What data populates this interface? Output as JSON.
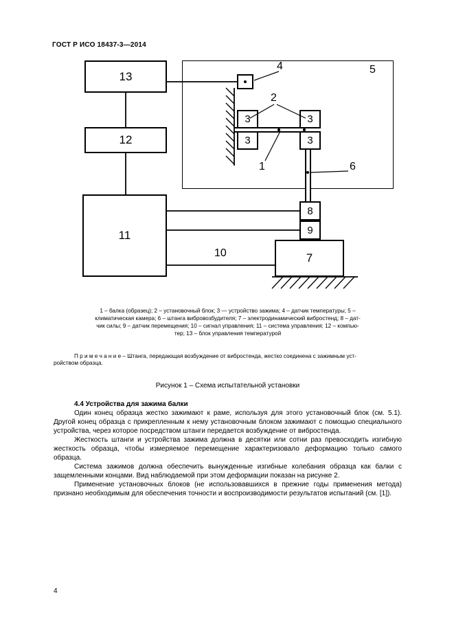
{
  "page": {
    "header": "ГОСТ Р ИСО 18437-3—2014",
    "number": "4"
  },
  "diagram": {
    "labels": {
      "n1": "1",
      "n2": "2",
      "n3": "3",
      "n4": "4",
      "n5": "5",
      "n6": "6",
      "n7": "7",
      "n8": "8",
      "n9": "9",
      "n10": "10",
      "n11": "11",
      "n12": "12",
      "n13": "13"
    }
  },
  "caption": {
    "lines": [
      "1 – балка (образец); 2 – установочный блок; 3 — устройство зажима; 4 – датчик температуры; 5 –",
      "климатическая камера; 6 – штанга вибровозбудителя; 7 – электродинамический вибростенд; 8 – дат-",
      "чик силы; 9 – датчик перемещения; 10 – сигнал управления; 11 – система управления; 12 – компью-",
      "тер; 13 – блок управления температурой"
    ]
  },
  "note": {
    "lines": [
      "П р и м е ч а н и е  – Штанга, передающая возбуждение от вибростенда, жестко соединена с зажимным уст-",
      "ройством образца."
    ]
  },
  "figure_title": "Рисунок 1 – Схема испытательной установки",
  "section": {
    "heading": "4.4 Устройства для зажима балки",
    "paragraphs": [
      "Один конец образца жестко зажимают к раме, используя для этого установочный блок (см. 5.1). Другой конец образца с прикрепленным к нему установочным блоком зажимают с помощью специального устройства, через которое посредством штанги передается возбуждение от вибростенда.",
      "Жесткость штанги и устройства зажима должна в десятки или сотни раз превосходить изгибную жесткость образца, чтобы измеряемое перемещение характеризовало деформацию только самого образца.",
      "Система зажимов должна обеспечить вынужденные изгибные колебания образца как балки с защемленными концами. Вид наблюдаемой при этом деформации показан на рисунке 2.",
      "Применение установочных блоков (не использовавшихся в прежние годы применения метода) признано необходимым для обеспечения точности и воспроизводимости результатов испытаний (см. [1])."
    ]
  }
}
